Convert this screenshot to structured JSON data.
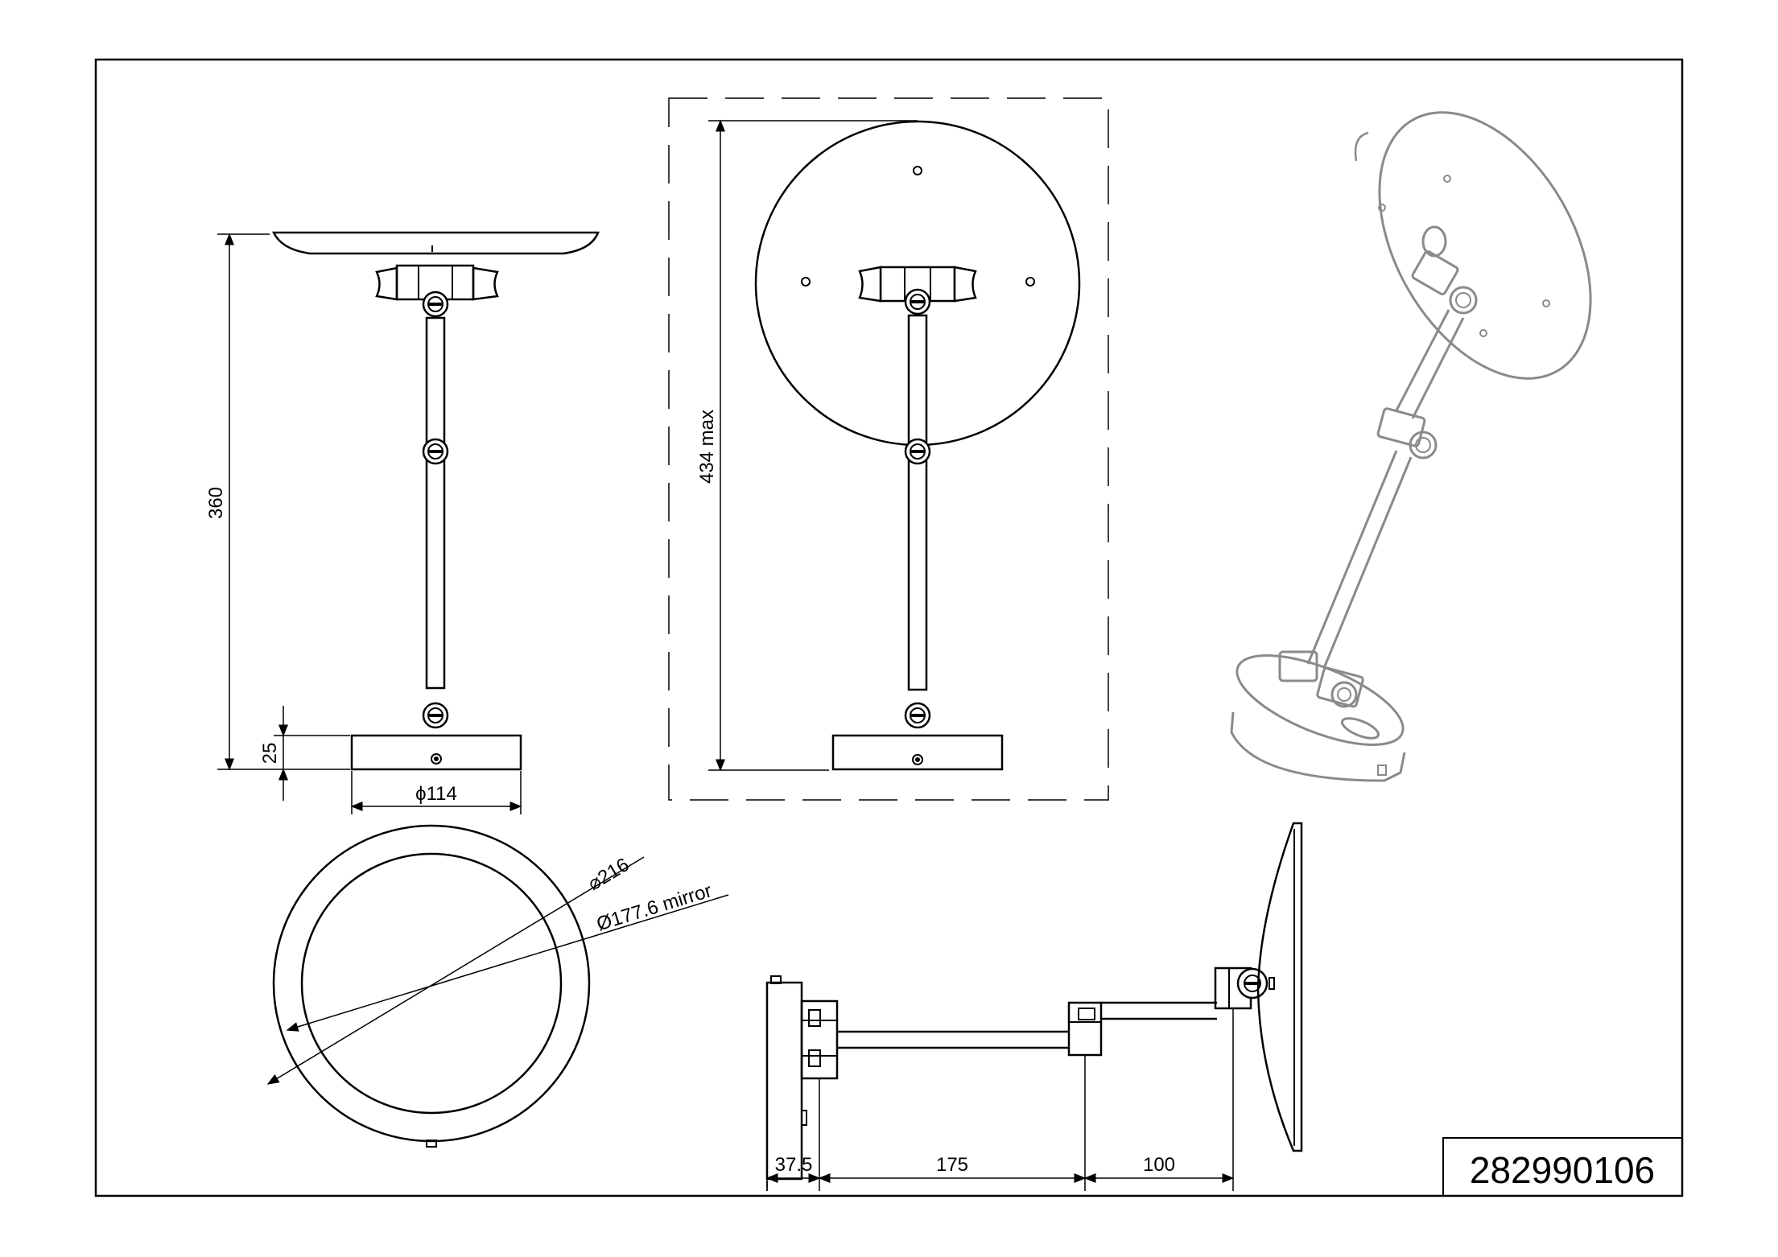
{
  "drawing": {
    "part_number": "282990106",
    "dimensions": {
      "overall_height": "360",
      "base_height": "25",
      "base_diameter": "ϕ114",
      "max_height": "434 max",
      "outer_diameter": "⌀216",
      "mirror_diameter": "Ø177.6 mirror",
      "wall_offset": "37.5",
      "arm_length_1": "175",
      "arm_length_2": "100"
    }
  }
}
